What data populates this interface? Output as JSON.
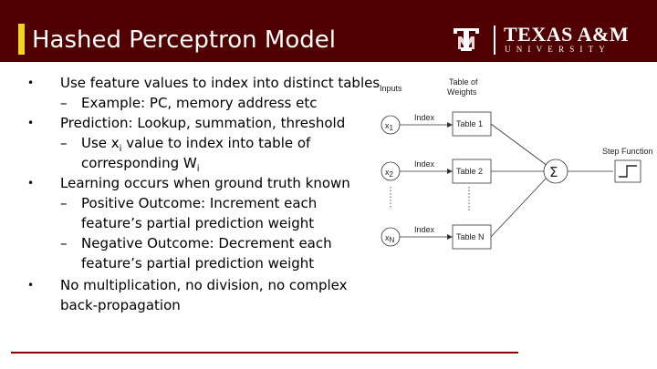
{
  "slide": {
    "title": "Hashed Perceptron Model",
    "logo": {
      "name": "TEXAS A&M",
      "sub": "UNIVERSITY",
      "mark": "ATM"
    }
  },
  "bullets": [
    {
      "text": "Use feature values to index into distinct tables",
      "subs": [
        "Example: PC, memory address etc"
      ]
    },
    {
      "text": "Prediction: Lookup, summation, threshold",
      "subs_rich": [
        {
          "pre": "Use x",
          "sub": "i",
          "mid": " value to index into table of",
          "cont_pre": "corresponding W",
          "cont_sub": "i"
        }
      ]
    },
    {
      "text": "Learning occurs when ground truth known",
      "subs": [
        "Positive Outcome: Increment each",
        "Negative Outcome: Decrement each"
      ],
      "conts": [
        "feature’s partial prediction weight",
        "feature’s partial prediction weight"
      ]
    },
    {
      "text": "No multiplication, no division, no complex",
      "cont": "back-propagation"
    }
  ],
  "diagram": {
    "inputs_label": "Inputs",
    "table_header": [
      "Table of",
      "Weights"
    ],
    "index_label": "Index",
    "inputs": [
      {
        "var": "x",
        "sub": "1",
        "table": "Table 1"
      },
      {
        "var": "x",
        "sub": "2",
        "table": "Table 2"
      },
      {
        "var": "x",
        "sub": "N",
        "table": "Table N"
      }
    ],
    "sum_symbol": "Σ",
    "step_label": "Step Function"
  }
}
